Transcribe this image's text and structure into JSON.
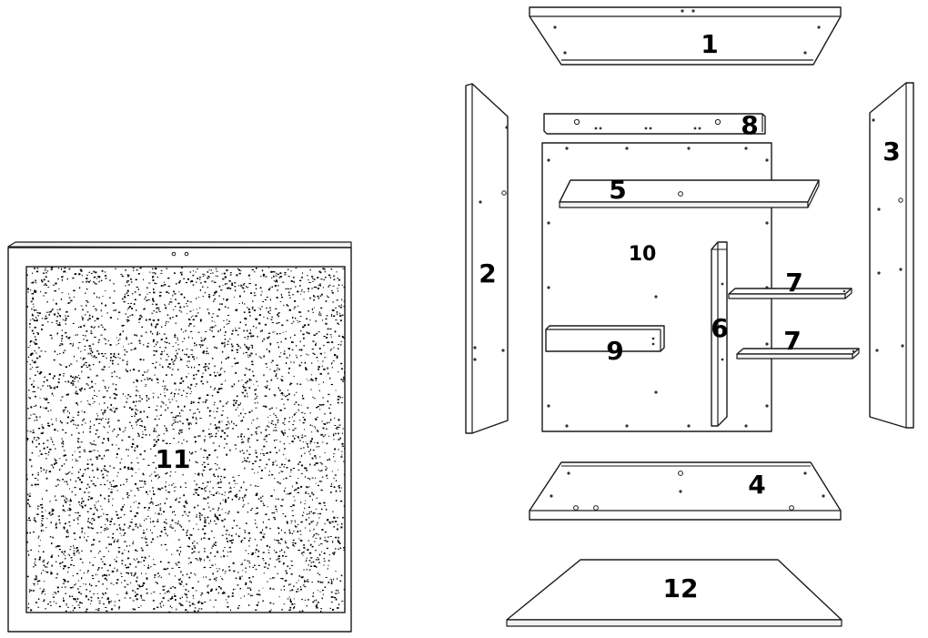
{
  "parts": [
    {
      "id": "1",
      "label": "1"
    },
    {
      "id": "2",
      "label": "2"
    },
    {
      "id": "3",
      "label": "3"
    },
    {
      "id": "4",
      "label": "4"
    },
    {
      "id": "5",
      "label": "5"
    },
    {
      "id": "6",
      "label": "6"
    },
    {
      "id": "7a",
      "label": "7"
    },
    {
      "id": "7b",
      "label": "7"
    },
    {
      "id": "8",
      "label": "8"
    },
    {
      "id": "9",
      "label": "9"
    },
    {
      "id": "10",
      "label": "10"
    },
    {
      "id": "11",
      "label": "11"
    },
    {
      "id": "12",
      "label": "12"
    }
  ],
  "colors": {
    "line": "#1a1a1a",
    "panel": "#ffffff",
    "speckle": "#000000"
  }
}
